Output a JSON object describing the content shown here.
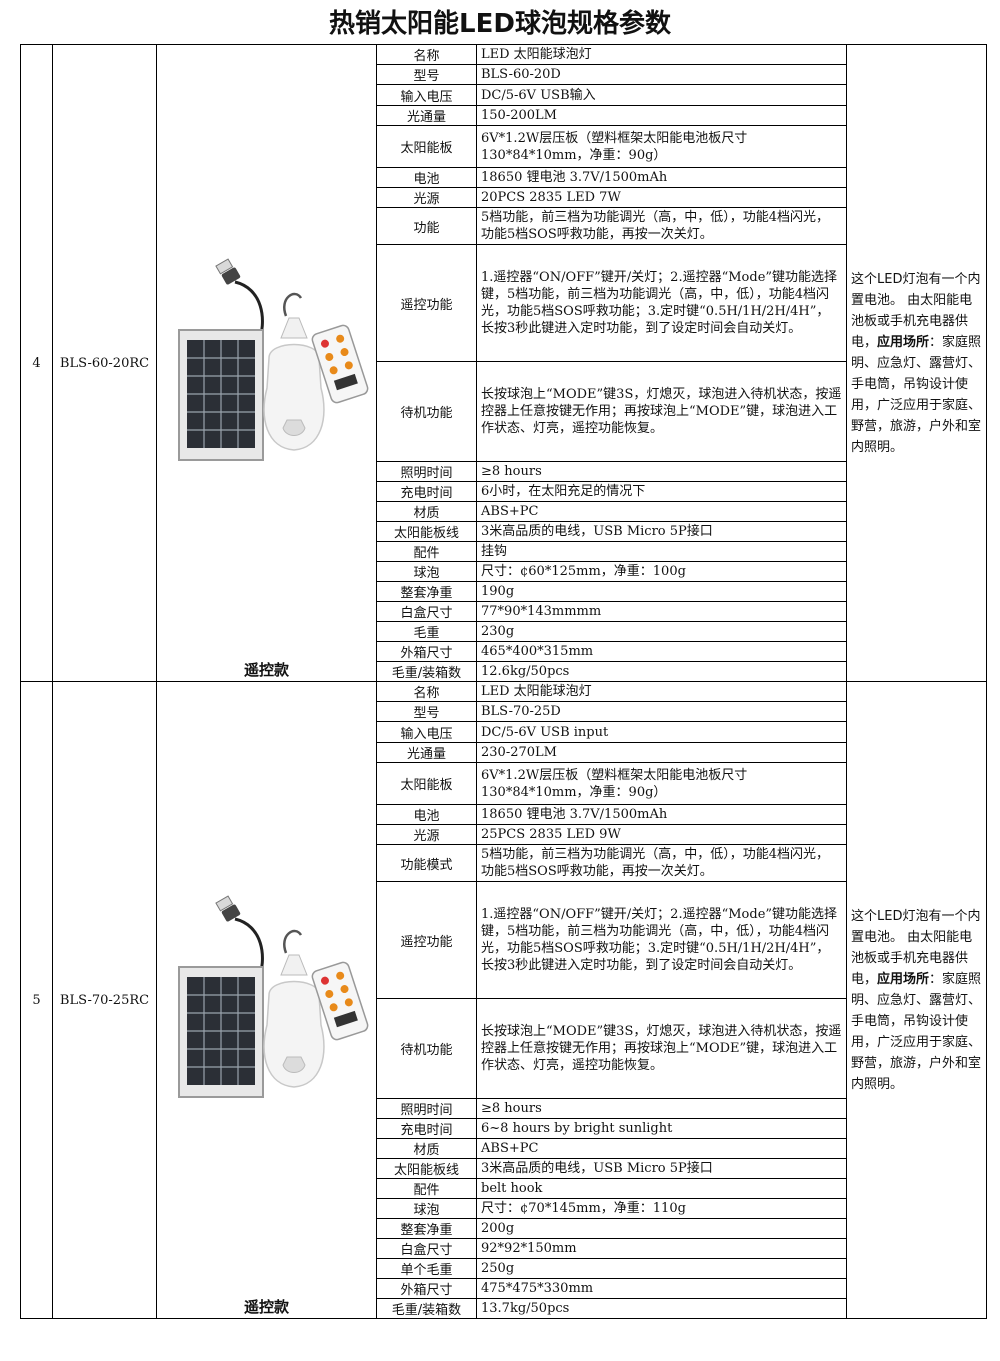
{
  "title": "热销太阳能LED球泡规格参数",
  "products": [
    {
      "no": "4",
      "model": "BLS-60-20RC",
      "caption": "遥控款",
      "description_pre": "这个LED灯泡有一个内置电池。 由太阳能电池板或手机充电器供电，",
      "description_bold": "应用场所",
      "description_post": "：家庭照明、应急灯、露营灯、手电筒，吊钩设计使用，广泛应用于家庭、野营，旅游，户外和室内照明。",
      "specs": [
        {
          "key": "名称",
          "value": "LED 太阳能球泡灯"
        },
        {
          "key": "型号",
          "value": "BLS-60-20D"
        },
        {
          "key": "输入电压",
          "value": "DC/5-6V USB输入"
        },
        {
          "key": "光通量",
          "value": "150-200LM"
        },
        {
          "key": "太阳能板",
          "value": "6V*1.2W层压板（塑料框架太阳能电池板尺寸130*84*10mm，净重：90g）"
        },
        {
          "key": "电池",
          "value": "18650 锂电池 3.7V/1500mAh"
        },
        {
          "key": "光源",
          "value": "20PCS 2835 LED   7W"
        },
        {
          "key": "功能",
          "value": "5档功能，前三档为功能调光（高，中，低），功能4档闪光，功能5档SOS呼救功能，再按一次关灯。"
        },
        {
          "key": "遥控功能",
          "value": "1.遥控器“ON/OFF”键开/关灯；2.遥控器“Mode”键功能选择键，5档功能，前三档为功能调光（高，中，低），功能4档闪光，功能5档SOS呼救功能；3.定时键“0.5H/1H/2H/4H”，长按3秒此键进入定时功能，到了设定时间会自动关灯。"
        },
        {
          "key": "待机功能",
          "value": "长按球泡上“MODE”键3S，灯熄灭，球泡进入待机状态，按遥控器上任意按键无作用；再按球泡上“MODE”键，球泡进入工作状态、灯亮，遥控功能恢复。"
        },
        {
          "key": "照明时间",
          "value": "≥8 hours"
        },
        {
          "key": "充电时间",
          "value": "6小时，在太阳充足的情况下"
        },
        {
          "key": "材质",
          "value": "ABS+PC"
        },
        {
          "key": "太阳能板线",
          "value": "3米高品质的电线，USB Micro 5P接口"
        },
        {
          "key": "配件",
          "value": "挂钩"
        },
        {
          "key": "球泡",
          "value": "尺寸：¢60*125mm，净重：100g"
        },
        {
          "key": "整套净重",
          "value": "190g"
        },
        {
          "key": "白盒尺寸",
          "value": "77*90*143mmmm"
        },
        {
          "key": "毛重",
          "value": "230g"
        },
        {
          "key": "外箱尺寸",
          "value": "465*400*315mm"
        },
        {
          "key": "毛重/装箱数",
          "value": "12.6kg/50pcs"
        }
      ]
    },
    {
      "no": "5",
      "model": "BLS-70-25RC",
      "caption": "遥控款",
      "description_pre": "这个LED灯泡有一个内置电池。 由太阳能电池板或手机充电器供电，",
      "description_bold": "应用场所",
      "description_post": "：家庭照明、应急灯、露营灯、手电筒，吊钩设计使用，广泛应用于家庭、野营，旅游，户外和室内照明。",
      "specs": [
        {
          "key": "名称",
          "value": "LED 太阳能球泡灯"
        },
        {
          "key": "型号",
          "value": "BLS-70-25D"
        },
        {
          "key": "输入电压",
          "value": "DC/5-6V USB input"
        },
        {
          "key": "光通量",
          "value": "230-270LM"
        },
        {
          "key": "太阳能板",
          "value": "6V*1.2W层压板（塑料框架太阳能电池板尺寸130*84*10mm，净重：90g）"
        },
        {
          "key": "电池",
          "value": "18650 锂电池 3.7V/1500mAh"
        },
        {
          "key": "光源",
          "value": "25PCS 2835 LED   9W"
        },
        {
          "key": "功能模式",
          "value": "5档功能，前三档为功能调光（高，中，低），功能4档闪光，功能5档SOS呼救功能，再按一次关灯。"
        },
        {
          "key": "遥控功能",
          "value": "1.遥控器“ON/OFF”键开/关灯；2.遥控器“Mode”键功能选择键，5档功能，前三档为功能调光（高，中，低），功能4档闪光，功能5档SOS呼救功能；3.定时键“0.5H/1H/2H/4H”，长按3秒此键进入定时功能，到了设定时间会自动关灯。"
        },
        {
          "key": "待机功能",
          "value": "长按球泡上“MODE”键3S，灯熄灭，球泡进入待机状态，按遥控器上任意按键无作用；再按球泡上“MODE”键，球泡进入工作状态、灯亮，遥控功能恢复。"
        },
        {
          "key": "照明时间",
          "value": "≥8 hours"
        },
        {
          "key": "充电时间",
          "value": "6~8 hours by bright sunlight"
        },
        {
          "key": "材质",
          "value": "ABS+PC"
        },
        {
          "key": "太阳能板线",
          "value": "3米高品质的电线，USB Micro 5P接口"
        },
        {
          "key": "配件",
          "value": "belt hook"
        },
        {
          "key": "球泡",
          "value": "尺寸：¢70*145mm，净重：110g"
        },
        {
          "key": "整套净重",
          "value": "200g"
        },
        {
          "key": "白盒尺寸",
          "value": "92*92*150mm"
        },
        {
          "key": "单个毛重",
          "value": "250g"
        },
        {
          "key": "外箱尺寸",
          "value": "475*475*330mm"
        },
        {
          "key": "毛重/装箱数",
          "value": "13.7kg/50pcs"
        }
      ]
    }
  ]
}
